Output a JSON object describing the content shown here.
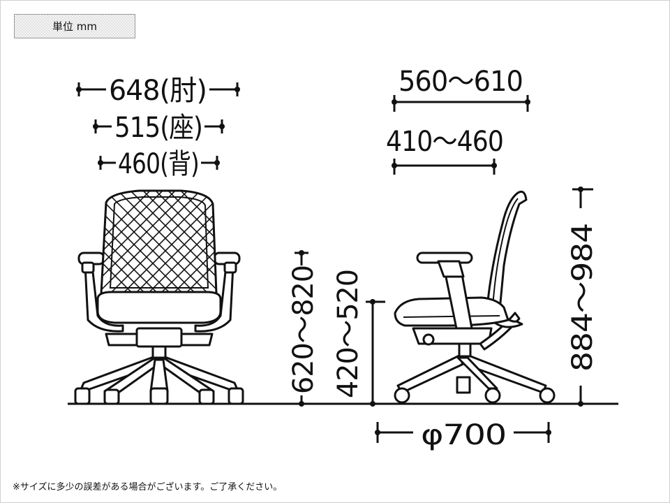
{
  "unit_label": "単位 mm",
  "footnote": "※サイズに多少の誤差がある場合がございます。ご了承ください。",
  "front_view": {
    "armrest_width": "648(肘)",
    "seat_width": "515(座)",
    "back_width": "460(背)"
  },
  "side_view": {
    "armrest_depth": "560〜610",
    "seat_depth": "410〜460",
    "armrest_height": "620〜820",
    "seat_height": "420〜520",
    "total_height": "884〜984",
    "base_diameter": "φ700"
  }
}
